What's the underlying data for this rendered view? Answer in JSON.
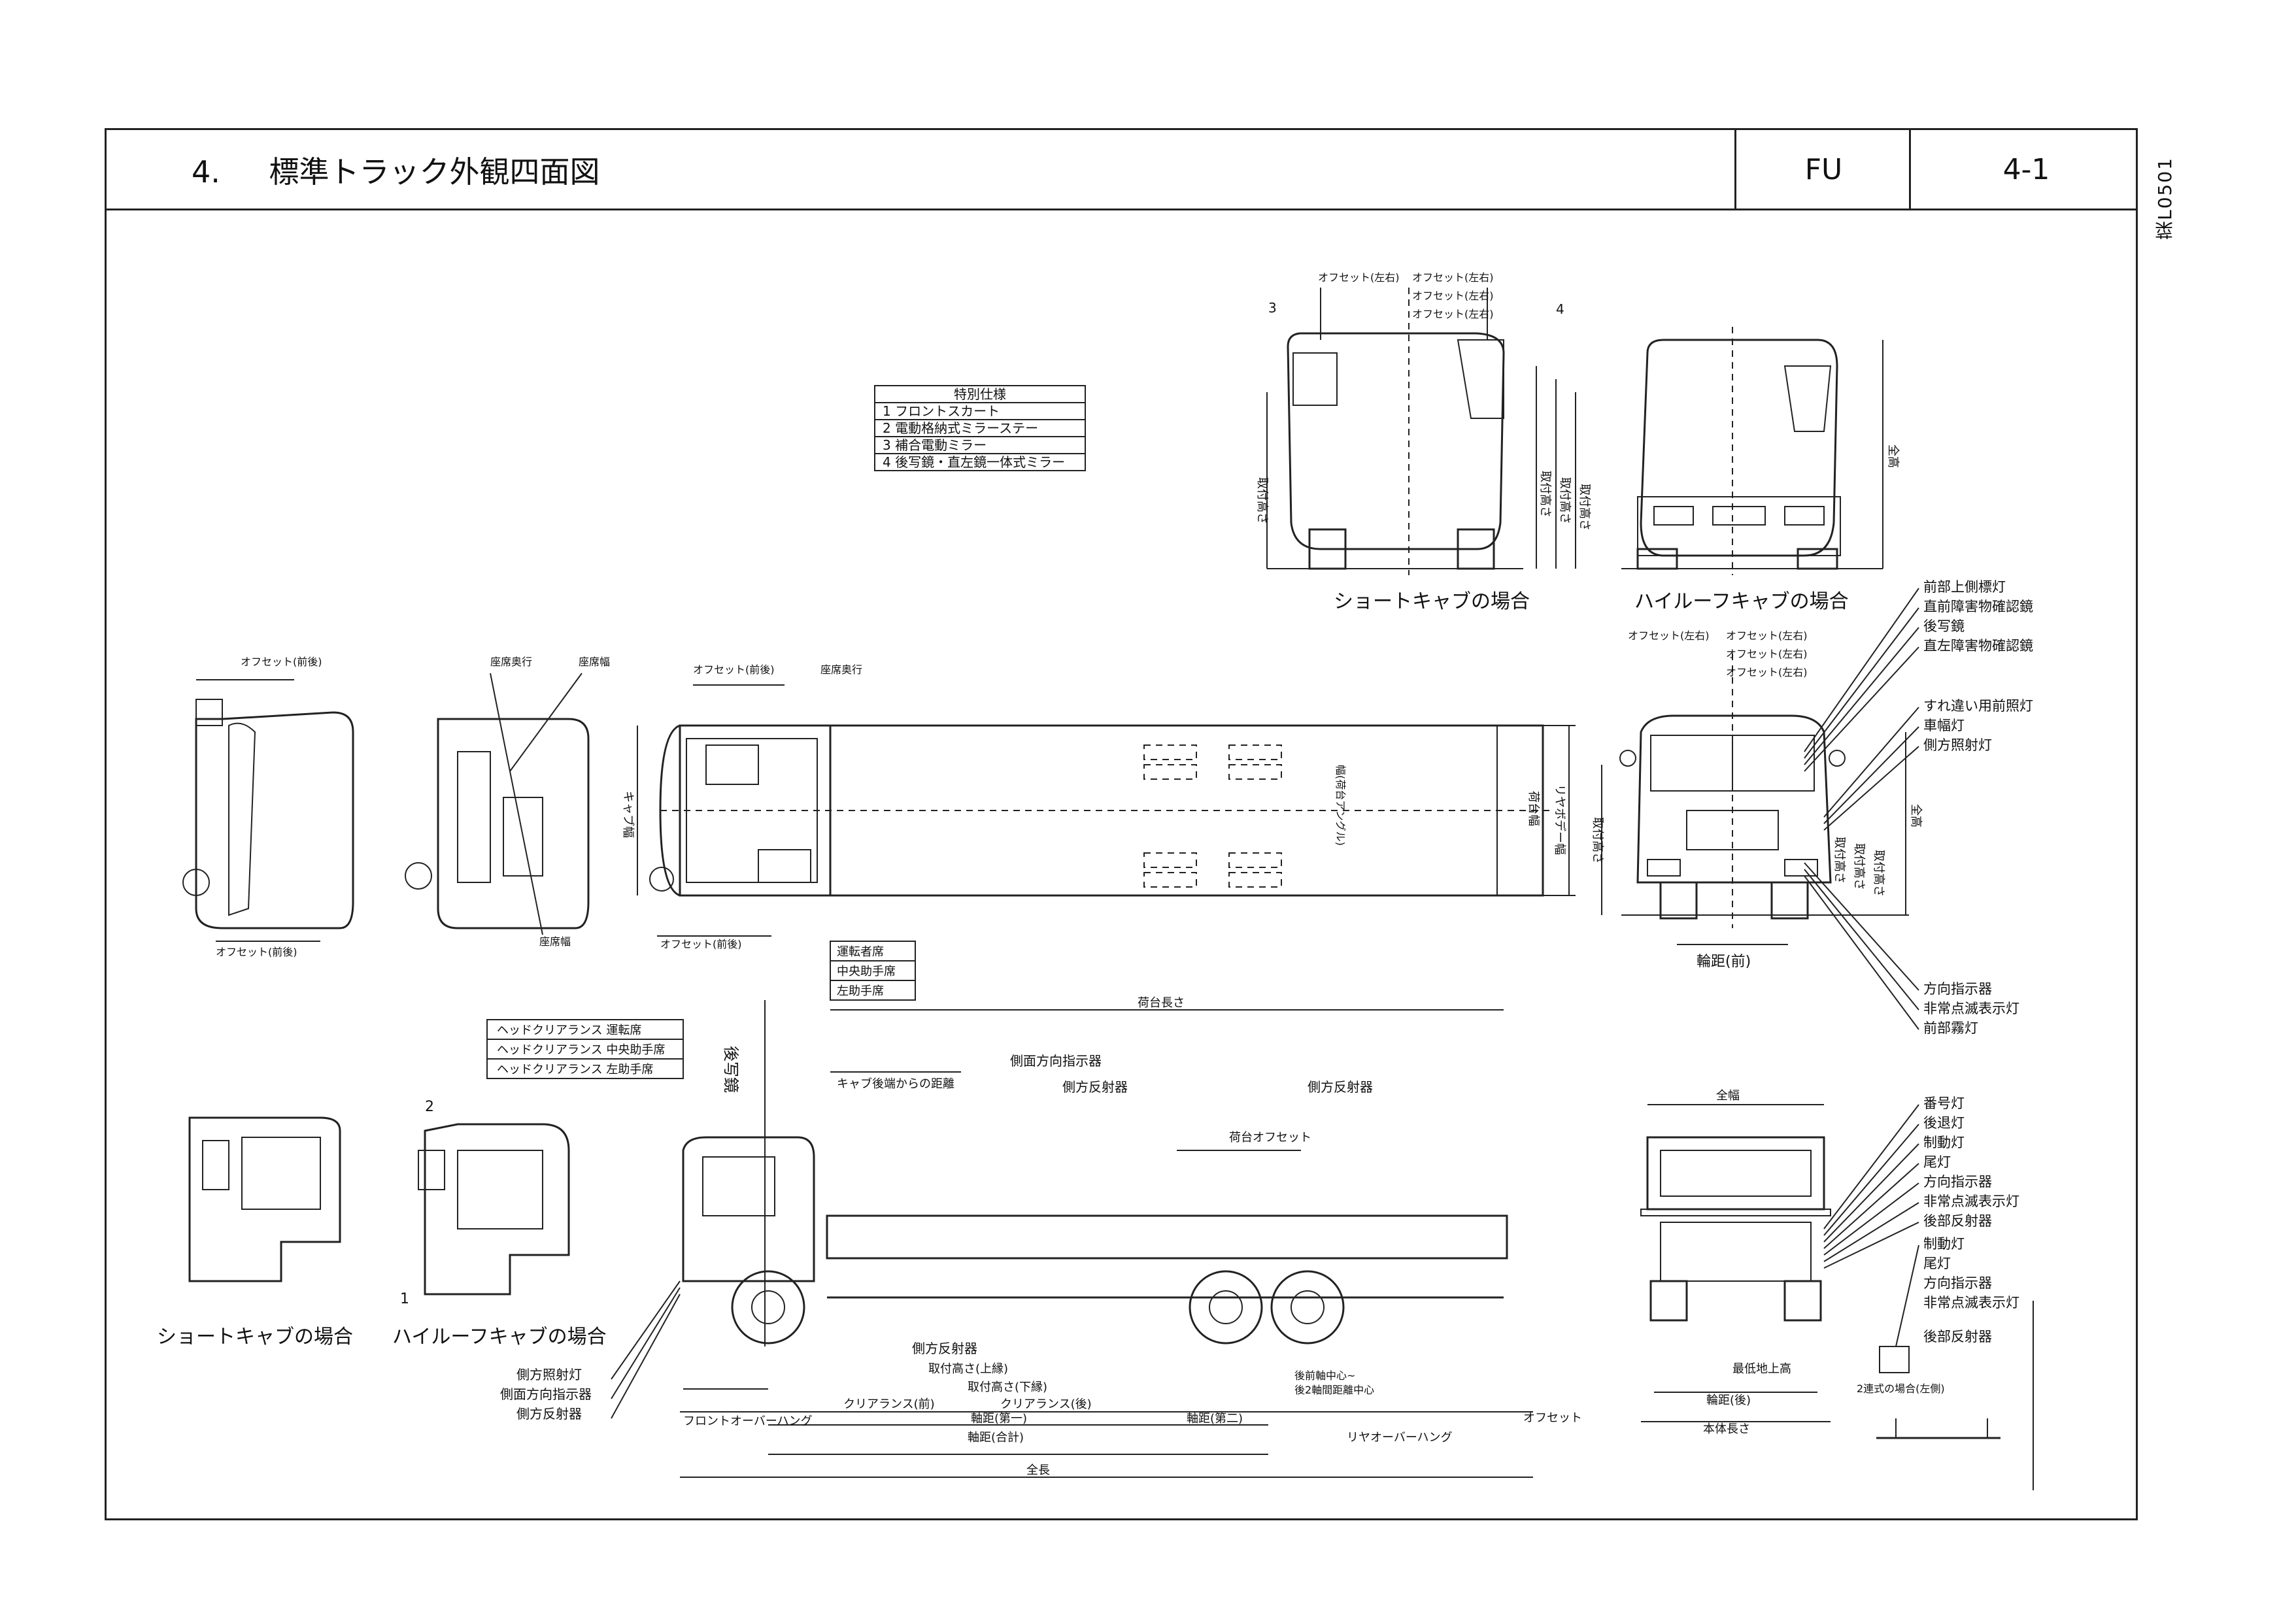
{
  "header": {
    "number": "4.",
    "title": "標準トラック外観四面図",
    "model": "FU",
    "page": "4-1"
  },
  "side_code": "菜L0501",
  "options_table": {
    "title": "特別仕様",
    "items": [
      "1 フロントスカート",
      "2 電動格納式ミラーステー",
      "3 補合電動ミラー",
      "4 後写鏡・直左鏡一体式ミラー"
    ]
  },
  "rear_view_labels": {
    "offset_lr": "オフセット(左右)",
    "callout_3": "3",
    "callout_4": "4",
    "mount_height": "取付高さ",
    "total_height": "全高",
    "short_cab_caption": "ショートキャブの場合",
    "high_roof_caption": "ハイルーフキャブの場合"
  },
  "plan_view_labels": {
    "offset_fb": "オフセット(前後)",
    "seat_depth": "座席奥行",
    "seat_width": "座席幅",
    "seat_height": "座席幅",
    "cab_width": "キャブ幅",
    "body_width": "荷台幅",
    "rear_body_width": "リヤボデー幅",
    "bed_width_note": "幅(荷台アングル)"
  },
  "front_view_labels": {
    "lamps": [
      "前部上側標灯",
      "直前障害物確認鏡",
      "後写鏡",
      "直左障害物確認鏡"
    ],
    "lamps2": [
      "すれ違い用前照灯",
      "車幅灯",
      "側方照射灯"
    ],
    "lamps3": [
      "方向指示器",
      "非常点滅表示灯",
      "前部霧灯"
    ],
    "tread_front": "輪距(前)",
    "total_height": "全高",
    "mount_height": "取付高さ"
  },
  "side_view_labels": {
    "head_clearance": [
      "ヘッドクリアランス 運転席",
      "ヘッドクリアランス 中央助手席",
      "ヘッドクリアランス 左助手席"
    ],
    "seats": [
      "運転者席",
      "中央助手席",
      "左助手席"
    ],
    "bed_length": "荷台長さ",
    "cab_clearance": "キャブ後端からの距離",
    "side_turn_signal": "側面方向指示器",
    "side_reflector": "側方反射器",
    "bed_offset": "荷台オフセット",
    "clearance_front": "クリアランス(前)",
    "clearance_rear": "クリアランス(後)",
    "wheelbase1": "軸距(第一)",
    "wheelbase2": "軸距(第二)",
    "wheelbase_total": "軸距(合計)",
    "front_overhang": "フロントオーバーハング",
    "rear_overhang": "リヤオーバーハング",
    "overall_length": "全長",
    "offset": "オフセット",
    "mirror_label": "後写鏡",
    "left_labels": [
      "側方照射灯",
      "側面方向指示器",
      "側方反射器"
    ],
    "axle_note1": "後前軸中心~",
    "axle_note2": "後2軸間距離中心",
    "mount_lower": "取付高さ(下縁)",
    "mount_upper": "取付高さ(上縁)",
    "short_cab_caption": "ショートキャブの場合",
    "high_roof_caption": "ハイルーフキャブの場合",
    "callout_1": "1",
    "callout_2": "2"
  },
  "rear_view2_labels": {
    "total_width": "全幅",
    "lamps": [
      "番号灯",
      "後退灯",
      "制動灯",
      "尾灯",
      "方向指示器",
      "非常点滅表示灯",
      "後部反射器"
    ],
    "lamps_right": [
      "制動灯",
      "尾灯",
      "方向指示器",
      "非常点滅表示灯"
    ],
    "rear_reflector": "後部反射器",
    "tread_rear": "輪距(後)",
    "body_length": "本体長さ",
    "ground_clearance": "最低地上高",
    "detail_caption": "2連式の場合(左側)"
  }
}
